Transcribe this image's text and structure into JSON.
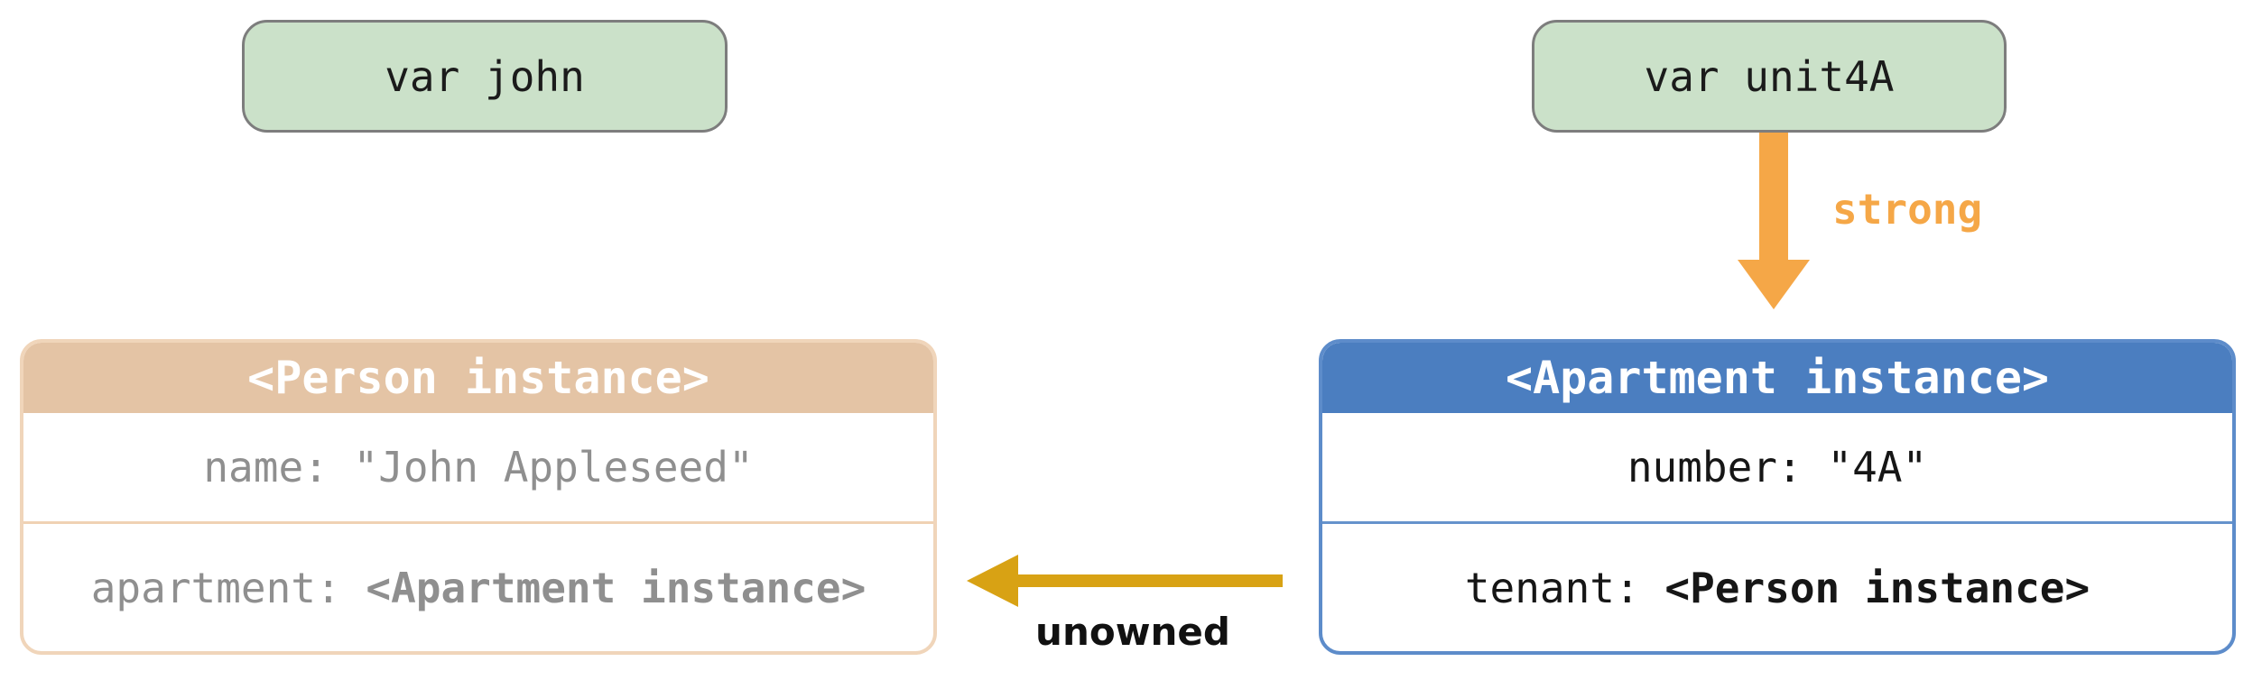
{
  "john_box": {
    "label": "var john"
  },
  "unit4a_box": {
    "label": "var unit4A"
  },
  "strong_arrow": {
    "label": "strong",
    "direction": "down",
    "from": "var unit4A",
    "to": "Apartment instance"
  },
  "unowned_arrow": {
    "label": "unowned",
    "direction": "left",
    "from": "Apartment instance",
    "to": "Person instance"
  },
  "person_box": {
    "title": "<Person instance>",
    "field1_name": "name: ",
    "field1_value": "\"John Appleseed\"",
    "field2_name": "apartment: ",
    "field2_value": "<Apartment instance>"
  },
  "apartment_box": {
    "title": "<Apartment instance>",
    "field1_name": "number: ",
    "field1_value": "\"4A\"",
    "field2_name": "tenant: ",
    "field2_value": "<Person instance>"
  },
  "colors": {
    "variable_fill": "#cbe1c9",
    "variable_border": "#7d7d7d",
    "variable_text": "#1b1b1b",
    "header_text": "#ffffff",
    "person_header_bg": "#e4c4a5",
    "person_border": "#f0d5ba",
    "person_divider": "#f0d2b4",
    "person_text": "#8f8f8f",
    "apartment_header_bg": "#4b7ec0",
    "apartment_border": "#5d8cca",
    "apartment_divider": "#6593cc",
    "apartment_text": "#161616",
    "strong_color": "#f5a747",
    "unowned_color": "#d8a214",
    "unowned_label_text": "#111111"
  }
}
